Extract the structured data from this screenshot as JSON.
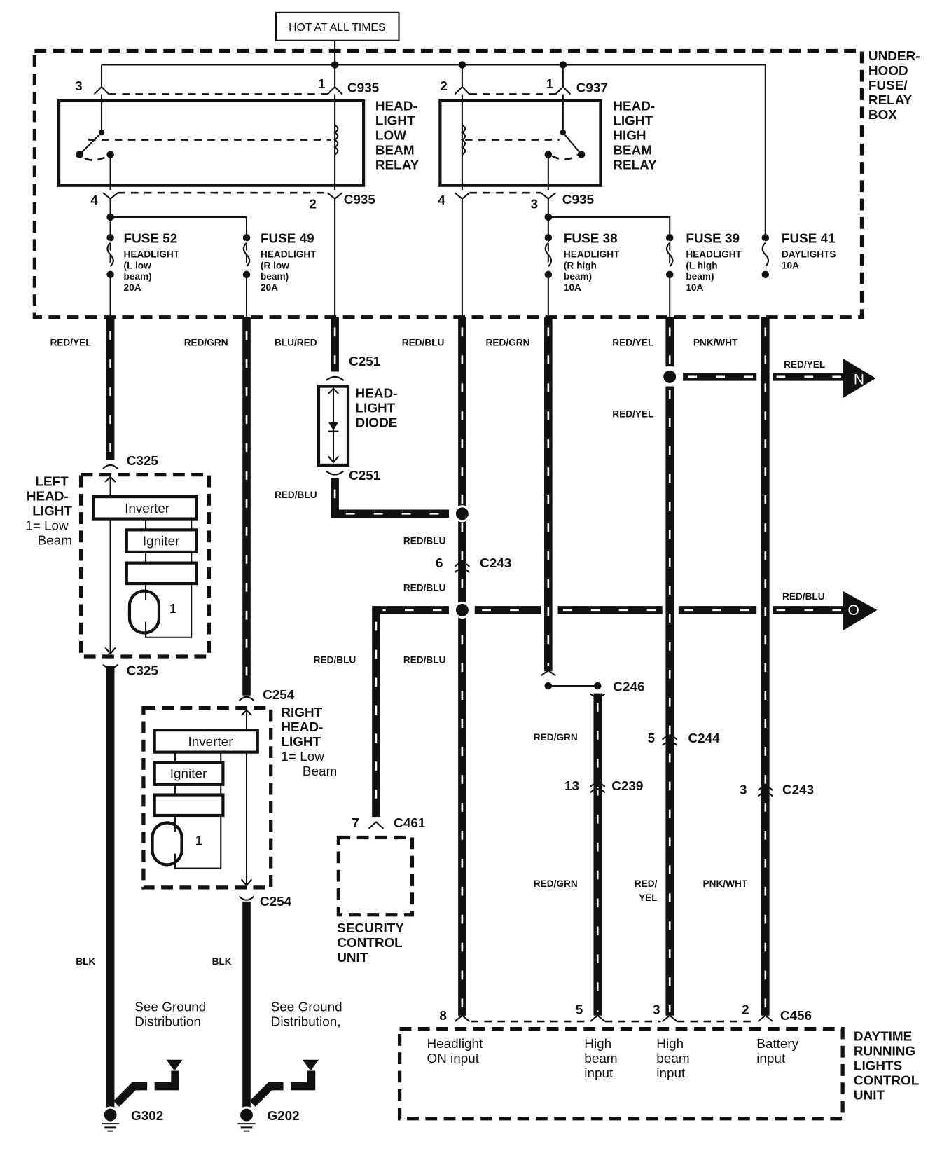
{
  "title_box": "HOT AT ALL TIMES",
  "fuse_relay_box": {
    "label": [
      "UNDER-",
      "HOOD",
      "FUSE/",
      "RELAY",
      "BOX"
    ]
  },
  "relays": [
    {
      "name": [
        "HEAD-",
        "LIGHT",
        "LOW",
        "BEAM",
        "RELAY"
      ],
      "top_connector": "C935",
      "top_pins": [
        "3",
        "1"
      ],
      "bottom_connector": "C935",
      "bottom_pins": [
        "4",
        "2"
      ]
    },
    {
      "name": [
        "HEAD-",
        "LIGHT",
        "HIGH",
        "BEAM",
        "RELAY"
      ],
      "top_connector": "C937",
      "top_pins": [
        "2",
        "1"
      ],
      "bottom_connector": "C935",
      "bottom_pins": [
        "4",
        "3"
      ]
    }
  ],
  "fuses": [
    {
      "name": "FUSE 52",
      "desc": [
        "HEADLIGHT",
        "(L low",
        "beam)",
        "20A"
      ]
    },
    {
      "name": "FUSE 49",
      "desc": [
        "HEADLIGHT",
        "(R low",
        "beam)",
        "20A"
      ]
    },
    {
      "name": "FUSE 38",
      "desc": [
        "HEADLIGHT",
        "(R high",
        "beam)",
        "10A"
      ]
    },
    {
      "name": "FUSE 39",
      "desc": [
        "HEADLIGHT",
        "(L high",
        "beam)",
        "10A"
      ]
    },
    {
      "name": "FUSE 41",
      "desc": [
        "DAYLIGHTS",
        "10A"
      ]
    }
  ],
  "wire_colors": {
    "w1": "RED/YEL",
    "w2": "RED/GRN",
    "w3": "BLU/RED",
    "w4": "RED/BLU",
    "w5": "RED/GRN",
    "w6": "RED/YEL",
    "w7": "PNK/WHT",
    "w8": "RED/YEL",
    "w9": "RED/YEL",
    "w10": "RED/BLU",
    "w11": "RED/BLU",
    "w12": "RED/BLU",
    "w13": "RED/BLU",
    "w14": "RED/BLU",
    "w15": "RED/BLU",
    "w16": "RED/GRN",
    "w17": "RED/GRN",
    "w18a": "RED/",
    "w18b": "YEL",
    "w19": "PNK/WHT",
    "w20": "BLK",
    "w21": "BLK"
  },
  "diode": {
    "name": [
      "HEAD-",
      "LIGHT",
      "DIODE"
    ],
    "connector_top": "C251",
    "connector_bottom": "C251"
  },
  "left_headlight": {
    "name": [
      "LEFT",
      "HEAD-",
      "LIGHT"
    ],
    "note": [
      "1= Low",
      "Beam"
    ],
    "connector_top": "C325",
    "connector_bottom": "C325",
    "inverter": "Inverter",
    "igniter": "Igniter",
    "bulb": "1"
  },
  "right_headlight": {
    "name": [
      "RIGHT",
      "HEAD-",
      "LIGHT"
    ],
    "note": [
      "1=  Low",
      "Beam"
    ],
    "connector_top": "C254",
    "connector_bottom": "C254",
    "inverter": "Inverter",
    "igniter": "Igniter",
    "bulb": "1"
  },
  "connectors": {
    "c243a": {
      "pin": "6",
      "name": "C243"
    },
    "c246": {
      "name": "C246"
    },
    "c244": {
      "pin": "5",
      "name": "C244"
    },
    "c239": {
      "pin": "13",
      "name": "C239"
    },
    "c243b": {
      "pin": "3",
      "name": "C243"
    },
    "c461": {
      "pin": "7",
      "name": "C461"
    }
  },
  "offpage": {
    "n": {
      "letter": "N",
      "wire": "RED/YEL"
    },
    "o": {
      "letter": "O",
      "wire": "RED/BLU"
    }
  },
  "security_unit": [
    "SECURITY",
    "CONTROL",
    "UNIT"
  ],
  "drl_unit": {
    "name": [
      "DAYTIME",
      "RUNNING",
      "LIGHTS",
      "CONTROL",
      "UNIT"
    ],
    "connector": "C456",
    "pins": [
      "8",
      "5",
      "3",
      "2"
    ],
    "inputs": [
      [
        "Headlight",
        "ON input"
      ],
      [
        "High",
        "beam",
        "input"
      ],
      [
        "High",
        "beam",
        "input"
      ],
      [
        "Battery",
        "input"
      ]
    ]
  },
  "grounds": [
    {
      "note": [
        "See Ground",
        "Distribution"
      ],
      "name": "G302"
    },
    {
      "note": [
        "See Ground",
        "Distribution,"
      ],
      "name": "G202"
    }
  ]
}
